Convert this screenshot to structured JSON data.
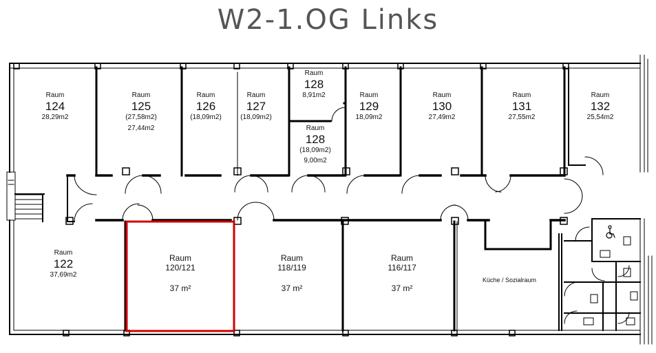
{
  "title": "W2-1.OG Links",
  "highlight_color": "#d00000",
  "rooms_top": [
    {
      "label": "Raum",
      "number": "124",
      "area": "28,29m2"
    },
    {
      "label": "Raum",
      "number": "125",
      "area_paren": "(27,58m2)",
      "area": "27,44m2"
    },
    {
      "label": "Raum",
      "number": "126",
      "area": "(18,09m2)"
    },
    {
      "label": "Raum",
      "number": "127",
      "area": "(18,09m2)"
    },
    {
      "label": "Raum",
      "number": "128",
      "area": "8,91m2"
    },
    {
      "label": "Raum",
      "number": "128",
      "area_paren": "(18,09m2)",
      "area": "9,00m2"
    },
    {
      "label": "Raum",
      "number": "129",
      "area": "18,09m2"
    },
    {
      "label": "Raum",
      "number": "130",
      "area": "27,49m2"
    },
    {
      "label": "Raum",
      "number": "131",
      "area": "27,55m2"
    },
    {
      "label": "Raum",
      "number": "132",
      "area": "25,54m2"
    }
  ],
  "rooms_bottom": [
    {
      "label": "Raum",
      "number": "122",
      "area": "37,69m2"
    },
    {
      "label": "Raum",
      "number": "120/121",
      "area": "37 m²"
    },
    {
      "label": "Raum",
      "number": "118/119",
      "area": "37 m²"
    },
    {
      "label": "Raum",
      "number": "116/117",
      "area": "37 m²"
    },
    {
      "label": "Küche / Sozialraum"
    }
  ]
}
